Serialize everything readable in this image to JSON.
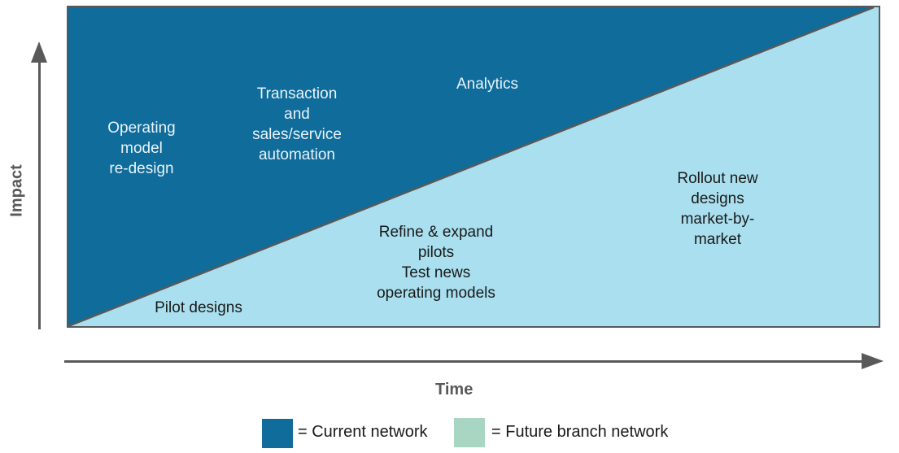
{
  "figure": {
    "y_axis_label": "Impact",
    "x_axis_label": "Time"
  },
  "regions": {
    "current_network": {
      "fill": "#0F6C9B",
      "labels": {
        "operating_model": "Operating\nmodel\nre-design",
        "transaction_automation": "Transaction\nand\nsales/service\nautomation",
        "analytics": "Analytics"
      }
    },
    "future_branch": {
      "fill": "#A9DFEE",
      "labels": {
        "pilot_designs": "Pilot designs",
        "refine_expand": "Refine & expand\npilots\nTest news\noperating models",
        "rollout": "Rollout new\ndesigns\nmarket-by-\nmarket"
      }
    }
  },
  "legend": {
    "items": [
      {
        "swatch_color": "#0F6C9B",
        "label": "= Current network"
      },
      {
        "swatch_color": "#A9D6C2",
        "label": "= Future branch network"
      }
    ]
  },
  "colors": {
    "axis_and_border": "#595959",
    "light_label_text": "#E8F3F8",
    "dark_label_text": "#1A1A1A"
  }
}
